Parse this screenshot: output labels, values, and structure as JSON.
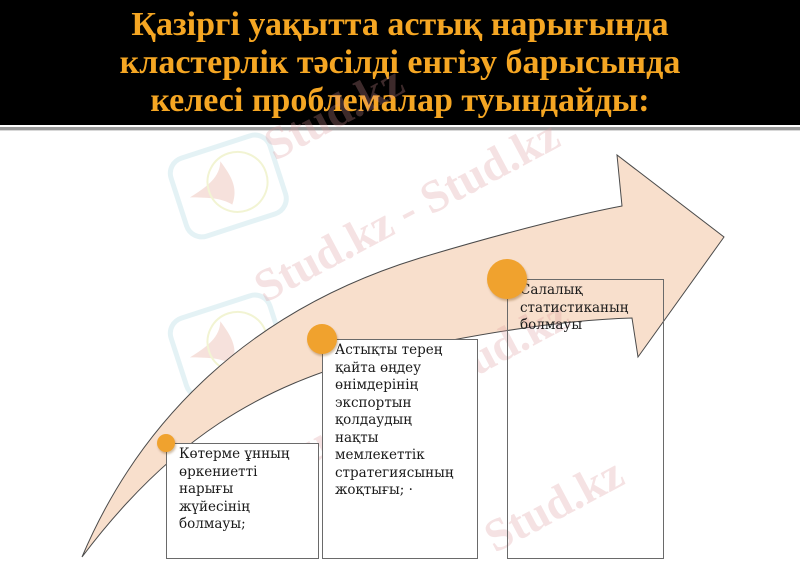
{
  "slide": {
    "title_lines": [
      "Қазіргі уақытта астық нарығында",
      "кластерлік тәсілді енгізу барысында",
      "келесі проблемалар туындайды:"
    ],
    "colors": {
      "header_bg": "#000000",
      "title": "#f5a623",
      "arrow_fill": "#f8dfcc",
      "arrow_stroke": "#4a4a4a",
      "dot": "#f0a22e",
      "box_border": "#6a6a6a"
    }
  },
  "steps": [
    {
      "lines": [
        "Көтерме ұнның",
        "өркениетті",
        "нарығы",
        "жүйесінің",
        "болмауы;"
      ]
    },
    {
      "lines": [
        "Астықты терең",
        "қайта өңдеу",
        "өнімдерінің",
        "экспортын",
        "қолдаудың",
        "нақты",
        "мемлекеттік",
        "стратегиясының",
        "жоқтығы; ·"
      ]
    },
    {
      "lines": [
        "Салалық",
        "статистиканың",
        "болмауы"
      ]
    }
  ],
  "watermark": {
    "text": "Stud.kz",
    "text_long": "Stud.kz - Stud.kz",
    "logo_icon": "hummingbird-logo-icon"
  }
}
